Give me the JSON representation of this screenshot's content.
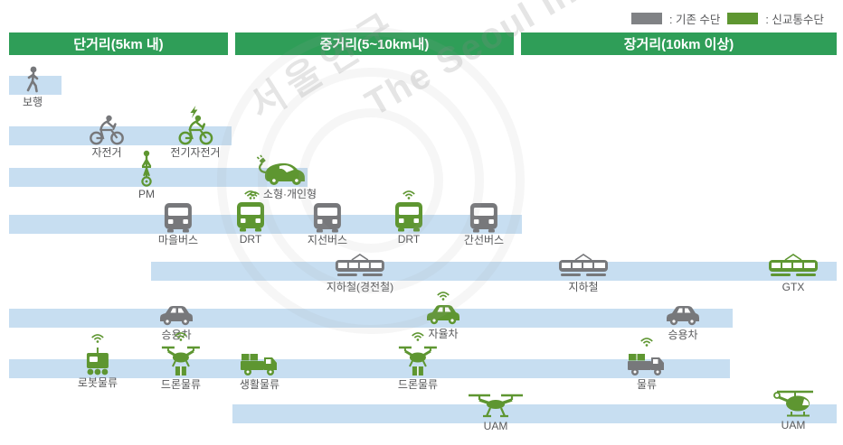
{
  "legend": {
    "existing_label": ": 기존 수단",
    "new_label": ": 신교통수단"
  },
  "headers": {
    "short": "단거리(5km 내)",
    "mid": "중거리(5~10km내)",
    "long": "장거리(10km 이상)"
  },
  "watermark": {
    "ko": "서울연구",
    "en": "The Seoul In"
  },
  "labels": {
    "walk": "보행",
    "bicycle": "자전거",
    "ebike": "전기자전거",
    "pm": "PM",
    "small_personal": "소형·개인형",
    "village_bus": "마을버스",
    "drt1": "DRT",
    "branch_bus": "지선버스",
    "drt2": "DRT",
    "trunk_bus": "간선버스",
    "subway_light": "지하철(경전철)",
    "subway": "지하철",
    "gtx": "GTX",
    "car1": "승용차",
    "autonomous": "자율차",
    "car2": "승용차",
    "robot_logistics": "로봇물류",
    "drone_logistics1": "드론물류",
    "life_logistics": "생활물류",
    "drone_logistics2": "드론물류",
    "logistics": "물류",
    "uam1": "UAM",
    "uam2": "UAM"
  },
  "colors": {
    "existing_gray": "#77787b",
    "new_green": "#5e9631",
    "bar_blue": "#c7def1",
    "header_green": "#2f9e58"
  }
}
